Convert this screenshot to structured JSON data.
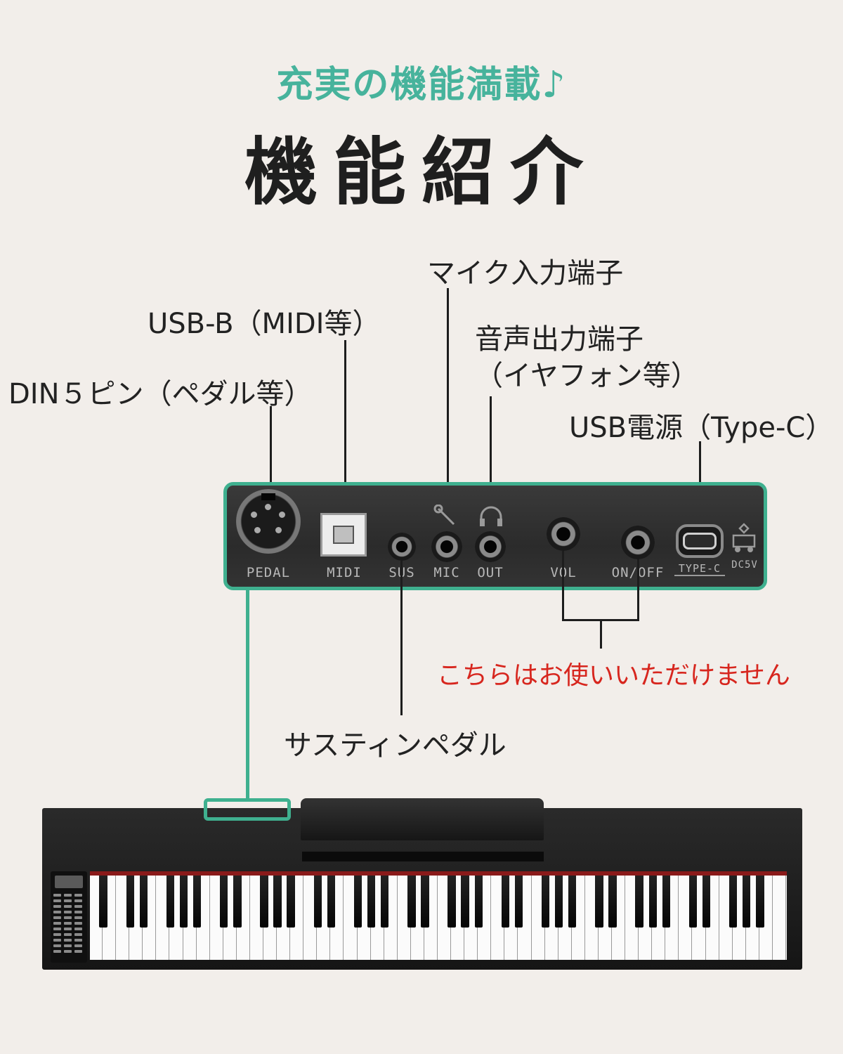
{
  "heading": {
    "subtitle": "充実の機能満載♪",
    "title": "機能紹介"
  },
  "callouts": {
    "mic_in": "マイク入力端子",
    "usb_b": "USB-B（MIDI等）",
    "audio_out_line1": "音声出力端子",
    "audio_out_line2": "（イヤフォン等）",
    "din5": "DIN５ピン（ペダル等）",
    "usb_power": "USB電源（Type-C）",
    "not_usable": "こちらはお使いいただけません",
    "sustain": "サスティンペダル"
  },
  "panel": {
    "pedal": "PEDAL",
    "midi": "MIDI",
    "sus": "SUS",
    "mic": "MIC",
    "out": "OUT",
    "vol": "VOL",
    "onoff": "ON/OFF",
    "typec": "TYPE-C",
    "dc5v": "DC5V",
    "mic_icon": "microphone-icon",
    "out_icon": "headphones-icon",
    "power_icon": "usb-power-icon"
  },
  "colors": {
    "accent": "#47b39c",
    "highlight_border": "#3fb08f",
    "warning": "#d7261e",
    "background": "#f2eeea"
  },
  "piano": {
    "white_keys": 52
  }
}
